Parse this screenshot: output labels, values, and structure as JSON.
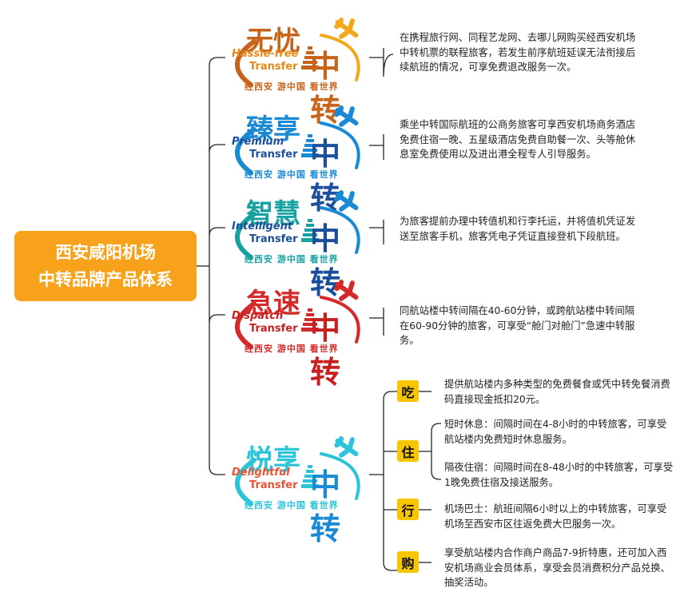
{
  "root": {
    "line1": "西安咸阳机场",
    "line2": "中转品牌产品体系"
  },
  "brands": [
    {
      "cn": "无忧",
      "en1": "Hassle-free",
      "en2": "Transfer",
      "zhong": "中转",
      "slogan": "经西安 游中国 看世界",
      "color": "#c8641a",
      "en_color": "#e48a1a",
      "zhong_color": "#c8641a",
      "plane_color": "#f2a81d",
      "desc": "在携程旅行网、同程艺龙网、去哪儿网购买经西安机场中转机票的联程旅客，若发生前序航班延误无法衔接后续航班的情况，可享免费退改服务一次。"
    },
    {
      "cn": "臻享",
      "en1": "Premium",
      "en2": "Transfer",
      "zhong": "中转",
      "slogan": "经西安 游中国 看世界",
      "color": "#1a8ad4",
      "en_color": "#1c4f9c",
      "zhong_color": "#1c4f9c",
      "plane_color": "#1a8ad4",
      "desc": "乘坐中转国际航班的公商务旅客可享西安机场商务酒店免费住宿一晚、五星级酒店免费自助餐一次、头等舱休息室免费使用以及进出港全程专人引导服务。"
    },
    {
      "cn": "智慧",
      "en1": "Intelligent",
      "en2": "Transfer",
      "zhong": "中转",
      "slogan": "经西安 游中国 看世界",
      "color": "#17a2a2",
      "en_color": "#1a4e9a",
      "zhong_color": "#1a4e9a",
      "plane_color": "#1a8ad4",
      "desc": "为旅客提前办理中转值机和行李托运，并将值机凭证发送至旅客手机，旅客凭电子凭证直接登机下段航班。"
    },
    {
      "cn": "急速",
      "en1": "Dispatch",
      "en2": "Transfer",
      "zhong": "中转",
      "slogan": "经西安 游中国 看世界",
      "color": "#d42a2a",
      "en_color": "#c82020",
      "zhong_color": "#c82020",
      "plane_color": "#d42a2a",
      "desc": "同航站楼中转间隔在40-60分钟，或跨航站楼中转间隔在60-90分钟的旅客，可享受“舱门对舱门”急速中转服务。"
    },
    {
      "cn": "悦享",
      "en1": "Delightful",
      "en2": "Transfer",
      "zhong": "中转",
      "slogan": "经西安 游中国 看世界",
      "color": "#2cc4d8",
      "en_color": "#e8543a",
      "zhong_color": "#1a8ad4",
      "plane_color": "#2cc4d8",
      "desc": ""
    }
  ],
  "delightful": [
    {
      "chip": "吃",
      "items": [
        "提供航站楼内多种类型的免费餐食或凭中转免餐消费码直接现金抵扣20元。"
      ]
    },
    {
      "chip": "住",
      "items": [
        "短时休息：间隔时间在4-8小时的中转旅客，可享受航站楼内免费短时休息服务。",
        "隔夜住宿：间隔时间在8-48小时的中转旅客，可享受1晚免费住宿及接送服务。"
      ]
    },
    {
      "chip": "行",
      "items": [
        "机场巴士：航班间隔6小时以上的中转旅客，可享受机场至西安市区往返免费大巴服务一次。"
      ]
    },
    {
      "chip": "购",
      "items": [
        "享受航站楼内合作商户商品7-9折特惠，还可加入西安机场商业会员体系，享受会员消费积分产品兑换、抽奖活动。"
      ]
    }
  ],
  "colors": {
    "root_bg": "#f8a21b",
    "line": "#222222",
    "chip_bg": "#f7c600"
  }
}
